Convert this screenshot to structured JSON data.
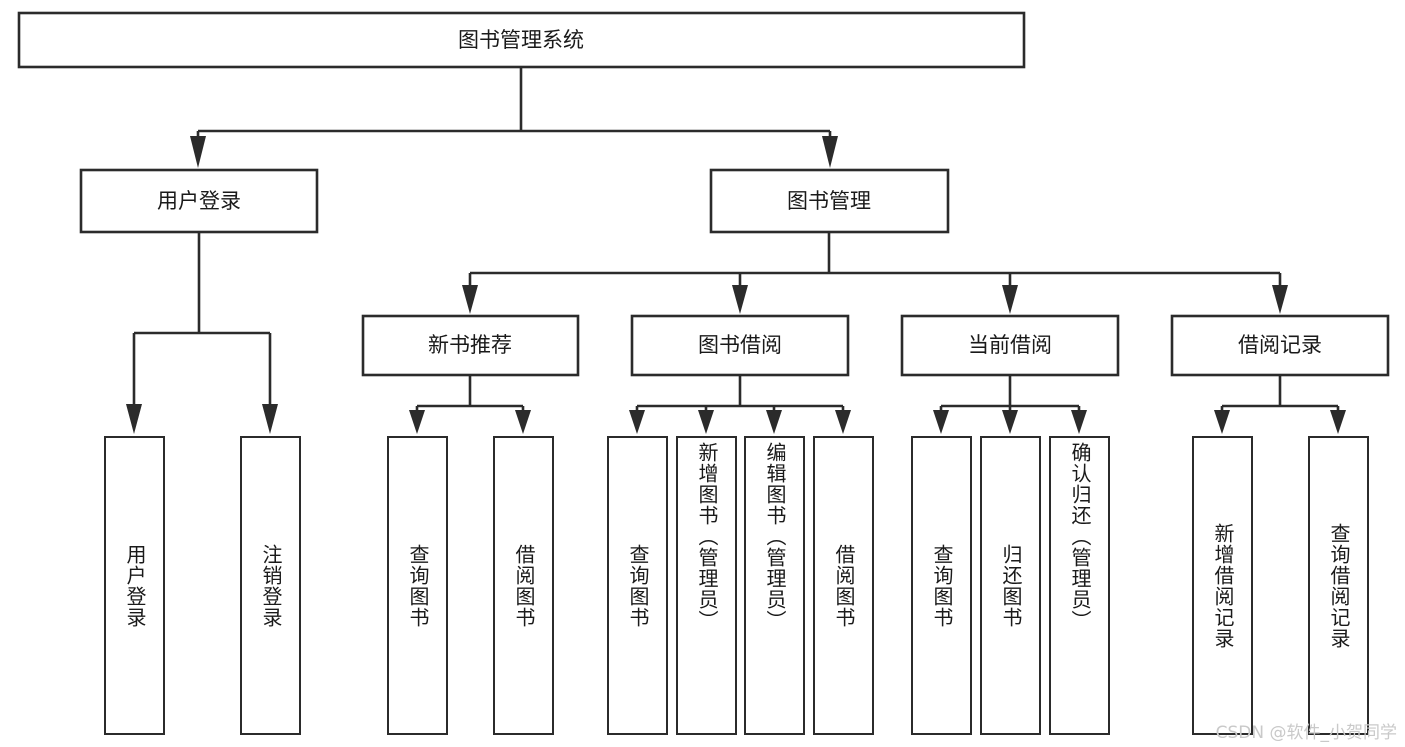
{
  "diagram": {
    "title": "图书管理系统",
    "type": "hierarchy-tree",
    "watermark": "CSDN @软件_小贺同学",
    "colors": {
      "box_stroke": "#2b2b2b",
      "box_fill": "#ffffff",
      "text": "#1a1a1a",
      "background": "#ffffff",
      "watermark": "#c9c9c9"
    },
    "root": {
      "label": "图书管理系统"
    },
    "level2": [
      {
        "label": "用户登录"
      },
      {
        "label": "图书管理"
      }
    ],
    "level3": [
      {
        "label": "新书推荐"
      },
      {
        "label": "图书借阅"
      },
      {
        "label": "当前借阅"
      },
      {
        "label": "借阅记录"
      }
    ],
    "leaves": {
      "user_login": [
        {
          "label": "用户登录"
        },
        {
          "label": "注销登录"
        }
      ],
      "new_book_recommend": [
        {
          "label": "查询图书"
        },
        {
          "label": "借阅图书"
        }
      ],
      "book_borrow": [
        {
          "label": "查询图书"
        },
        {
          "label": "新增图书（管理员）"
        },
        {
          "label": "编辑图书（管理员）"
        },
        {
          "label": "借阅图书"
        }
      ],
      "current_borrow": [
        {
          "label": "查询图书"
        },
        {
          "label": "归还图书"
        },
        {
          "label": "确认归还（管理员）"
        }
      ],
      "borrow_record": [
        {
          "label": "新增借阅记录"
        },
        {
          "label": "查询借阅记录"
        }
      ]
    }
  }
}
